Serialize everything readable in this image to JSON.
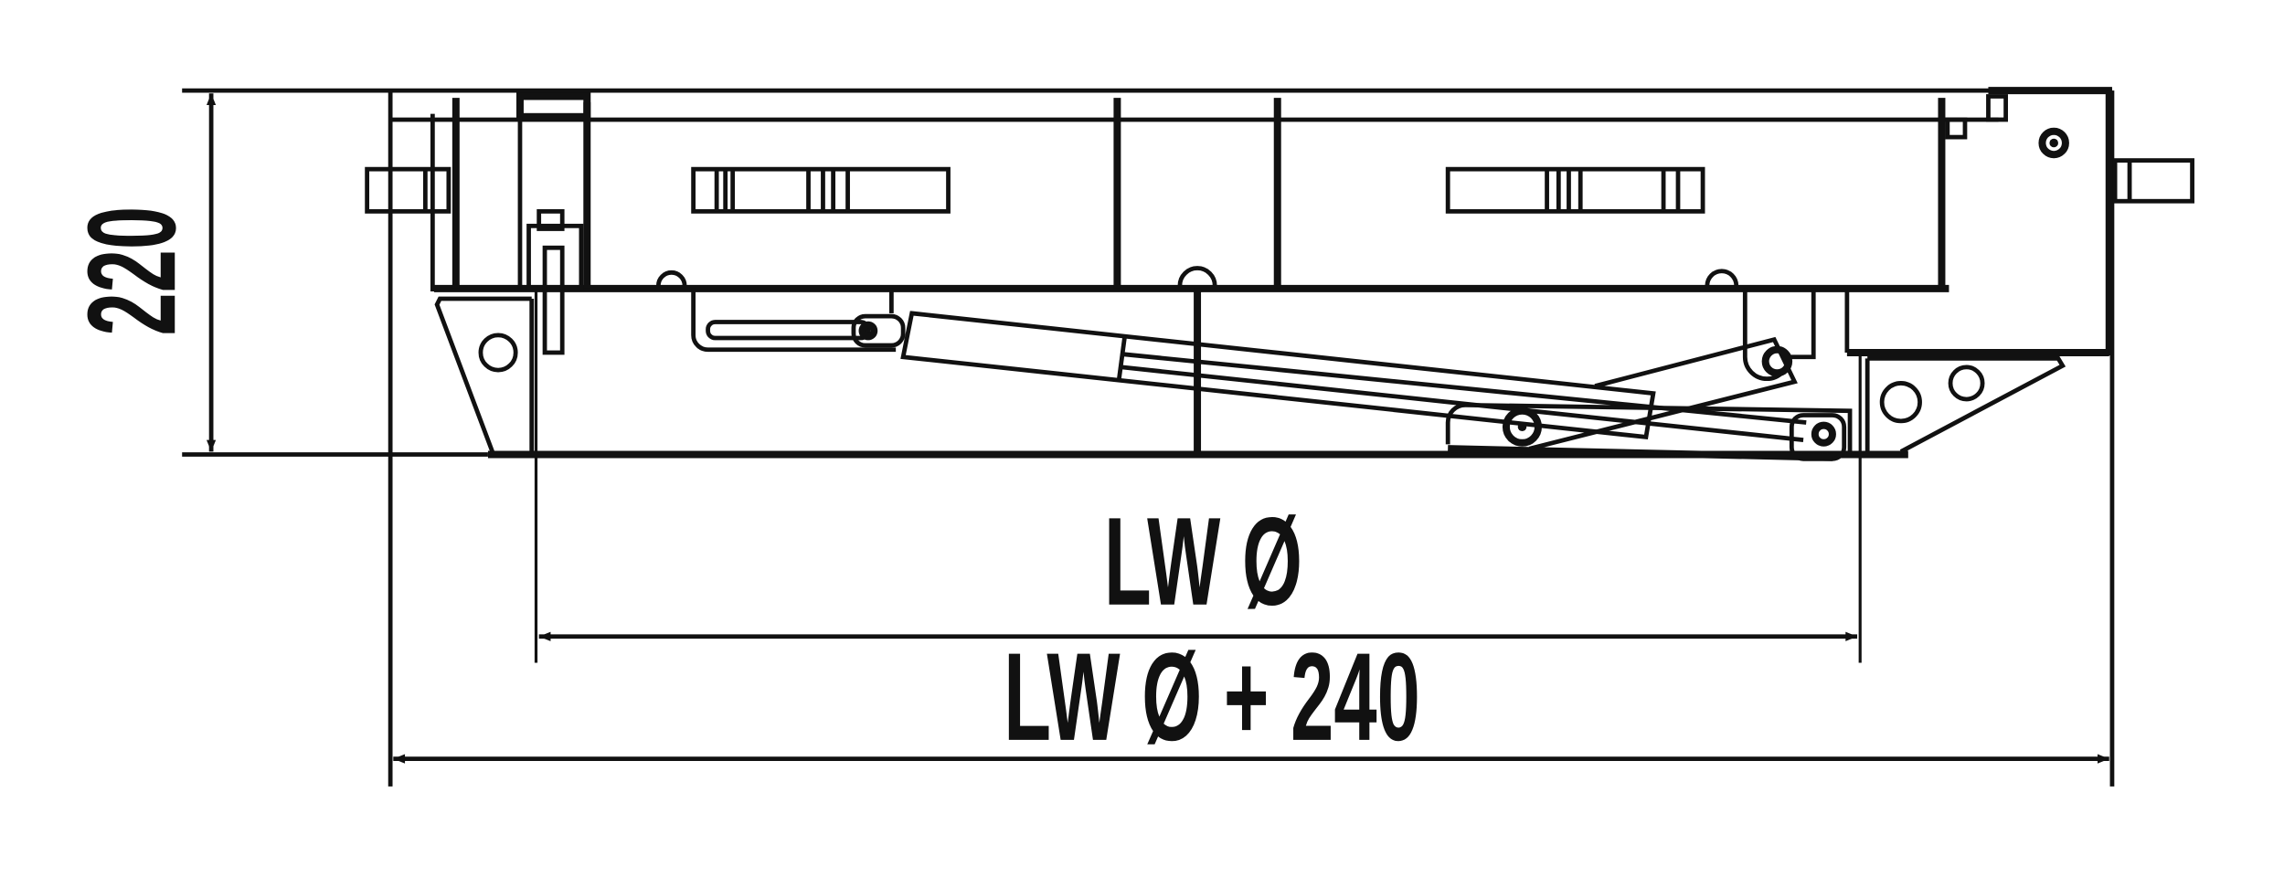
{
  "drawing": {
    "height_dimension": "220",
    "inner_width_label": "LW Ø",
    "outer_width_label": "LW Ø + 240"
  },
  "colors": {
    "line": "#111111",
    "background": "#ffffff"
  }
}
